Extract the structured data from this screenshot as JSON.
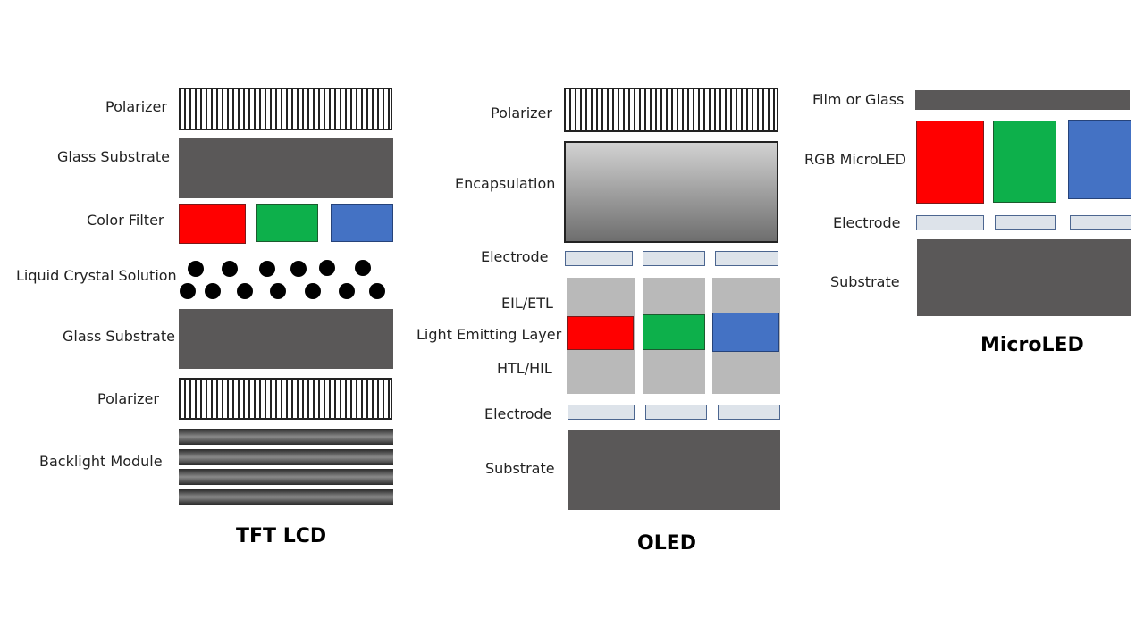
{
  "colors": {
    "glass": "#5a5858",
    "red": "#ff0000",
    "green": "#0db04b",
    "blue": "#4472c4",
    "electrode": "#dde3ea"
  },
  "tft": {
    "title": "TFT LCD",
    "labels": {
      "polarizer_top": "Polarizer",
      "glass_top": "Glass Substrate",
      "color_filter": "Color Filter",
      "liquid_crystal": "Liquid Crystal Solution",
      "glass_bottom": "Glass Substrate",
      "polarizer_bottom": "Polarizer",
      "backlight": "Backlight Module"
    }
  },
  "oled": {
    "title": "OLED",
    "labels": {
      "polarizer": "Polarizer",
      "encapsulation": "Encapsulation",
      "electrode_top": "Electrode",
      "eil_etl": "EIL/ETL",
      "emitting": "Light Emitting Layer",
      "htl_hil": "HTL/HIL",
      "electrode_bottom": "Electrode",
      "substrate": "Substrate"
    }
  },
  "microled": {
    "title": "MicroLED",
    "labels": {
      "film": "Film or Glass",
      "rgb": "RGB MicroLED",
      "electrode": "Electrode",
      "substrate": "Substrate"
    }
  }
}
